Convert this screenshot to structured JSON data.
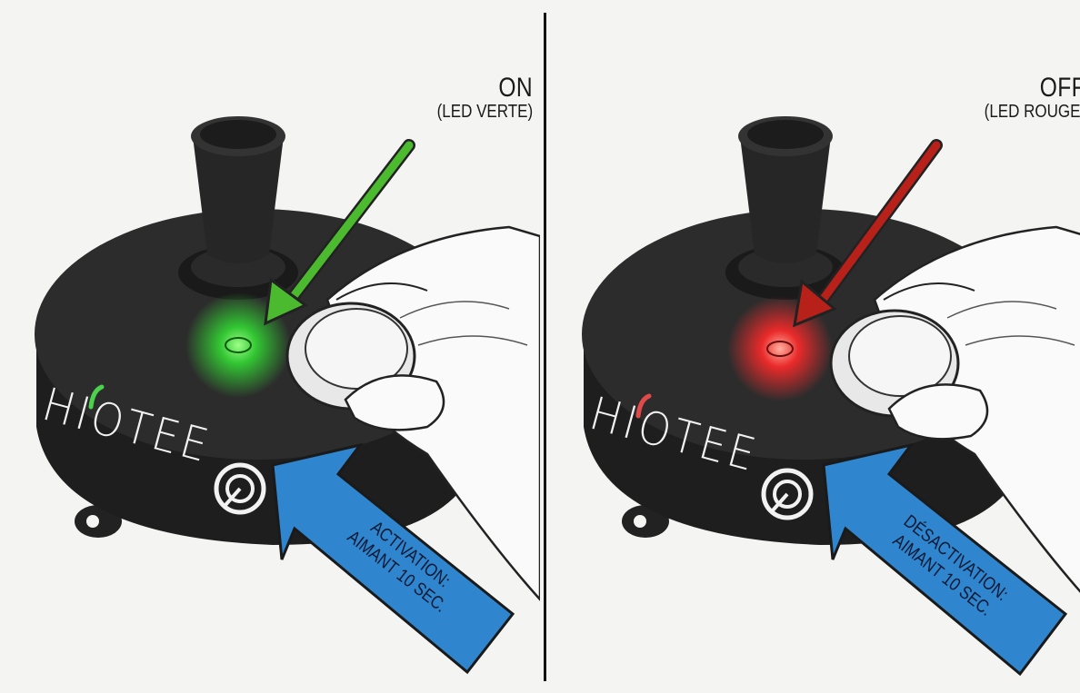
{
  "panels": [
    {
      "id": "on",
      "state": "ON",
      "led_label": "(LED VERTE)",
      "brand": "HIOTEE",
      "instruction_line1": "ACTIVATION:",
      "instruction_line2": "AIMANT 10 SEC.",
      "led_color": "#33d633",
      "arrow_color": "#4cba2f"
    },
    {
      "id": "off",
      "state": "OFF",
      "led_label": "(LED ROUGE)",
      "brand": "HIOTEE",
      "instruction_line1": "DÉSACTIVATION:",
      "instruction_line2": "AIMANT 10 SEC.",
      "led_color": "#ff2a2a",
      "arrow_color": "#b8201a"
    }
  ],
  "colors": {
    "device_body": "#2a2a2a",
    "blue_arrow": "#2f86cf",
    "background": "#f4f4f2"
  }
}
